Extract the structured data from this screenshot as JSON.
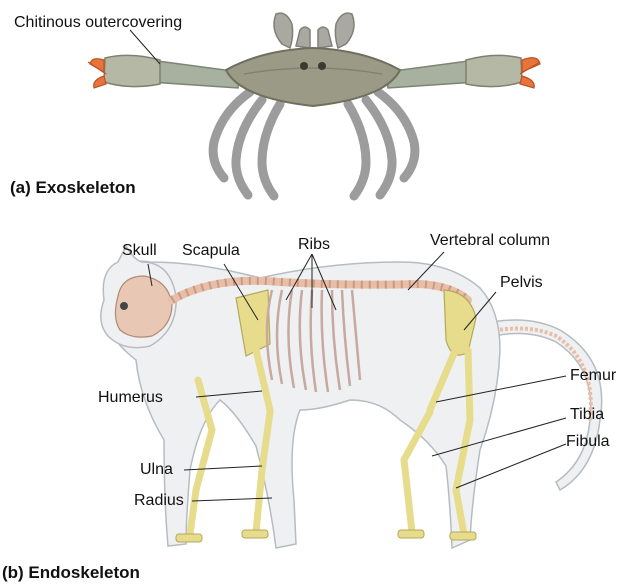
{
  "exoskeleton": {
    "caption": "(a) Exoskeleton",
    "labels": {
      "outercovering": "Chitinous outercovering"
    }
  },
  "endoskeleton": {
    "caption": "(b) Endoskeleton",
    "labels": {
      "skull": "Skull",
      "scapula": "Scapula",
      "ribs": "Ribs",
      "vertebral_column": "Vertebral column",
      "pelvis": "Pelvis",
      "femur": "Femur",
      "humerus": "Humerus",
      "tibia": "Tibia",
      "ulna": "Ulna",
      "fibula": "Fibula",
      "radius": "Radius"
    }
  },
  "colors": {
    "crab_shell": "#9a9a86",
    "crab_claw": "#e8743c",
    "cat_body": "#eef0f2",
    "bone": "#e6dc8c",
    "spine": "#e8bea8"
  }
}
